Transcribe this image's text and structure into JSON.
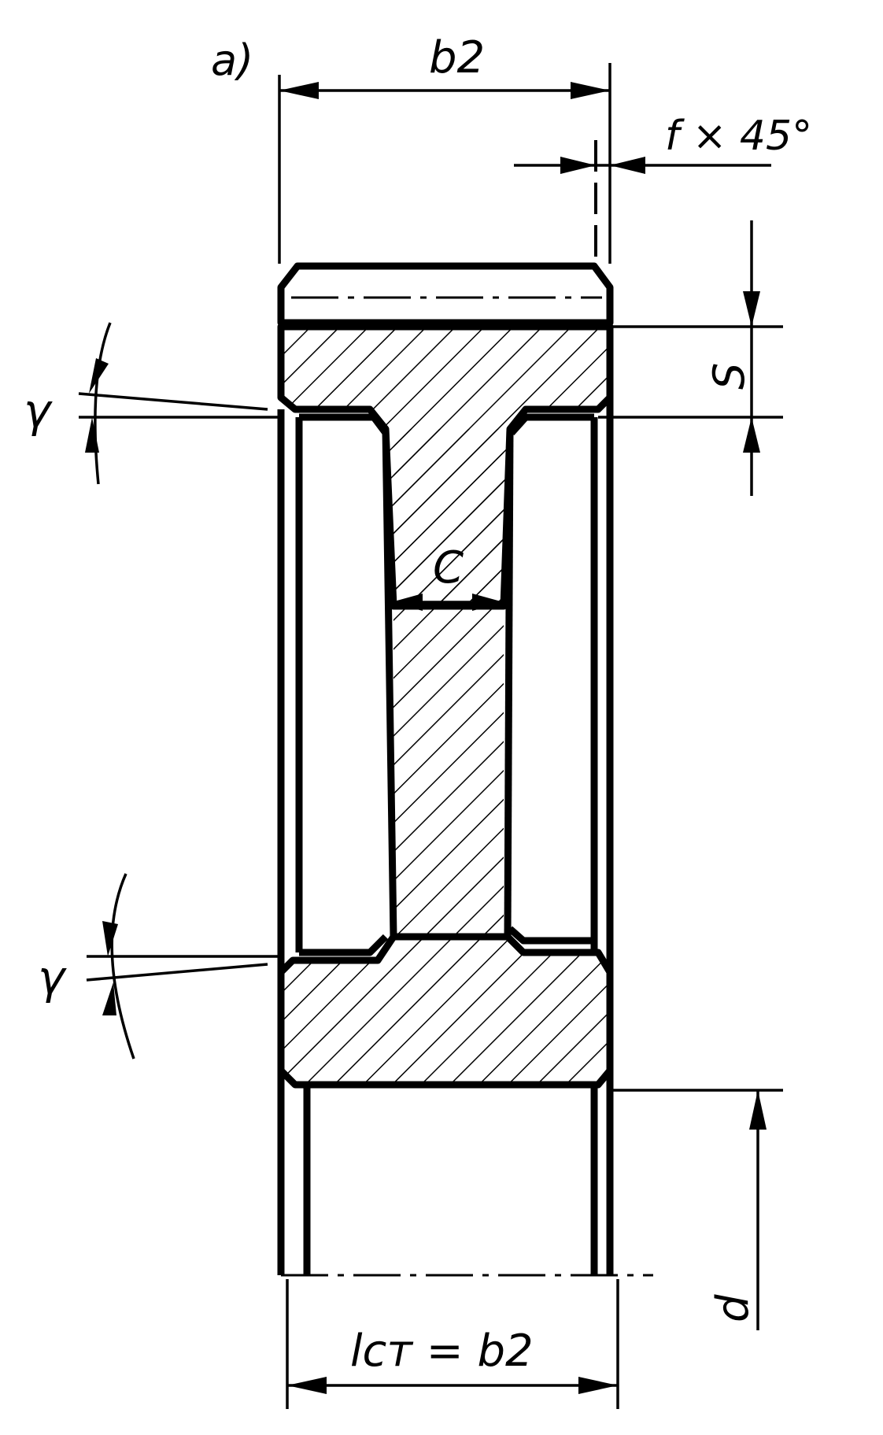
{
  "figure": {
    "panel_label": "a)",
    "labels": {
      "width_top": "b2",
      "chamfer": "f × 45°",
      "rim_thickness": "S",
      "gamma_top": "γ",
      "web_thickness": "C",
      "gamma_bottom": "γ",
      "bore": "d",
      "hub_length": "lст = b2"
    }
  }
}
